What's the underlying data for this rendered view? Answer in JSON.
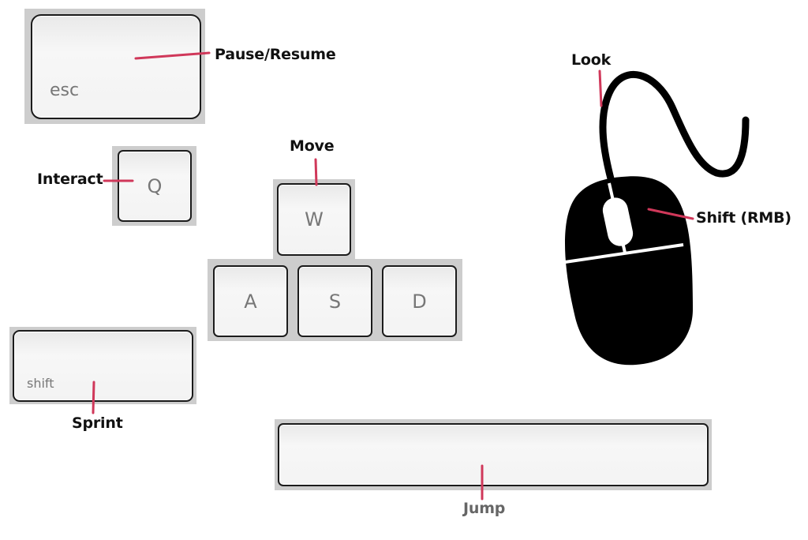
{
  "keys": {
    "esc": "esc",
    "q": "Q",
    "w": "W",
    "a": "A",
    "s": "S",
    "d": "D",
    "shift": "shift",
    "space": ""
  },
  "labels": {
    "pause_resume": "Pause/Resume",
    "interact": "Interact",
    "move": "Move",
    "sprint": "Sprint",
    "jump": "Jump",
    "look": "Look",
    "shift_rmb": "Shift (RMB)"
  },
  "colors": {
    "leader_line": "#d0385a",
    "key_plate": "#cdcdcd",
    "mouse": "#000000"
  }
}
